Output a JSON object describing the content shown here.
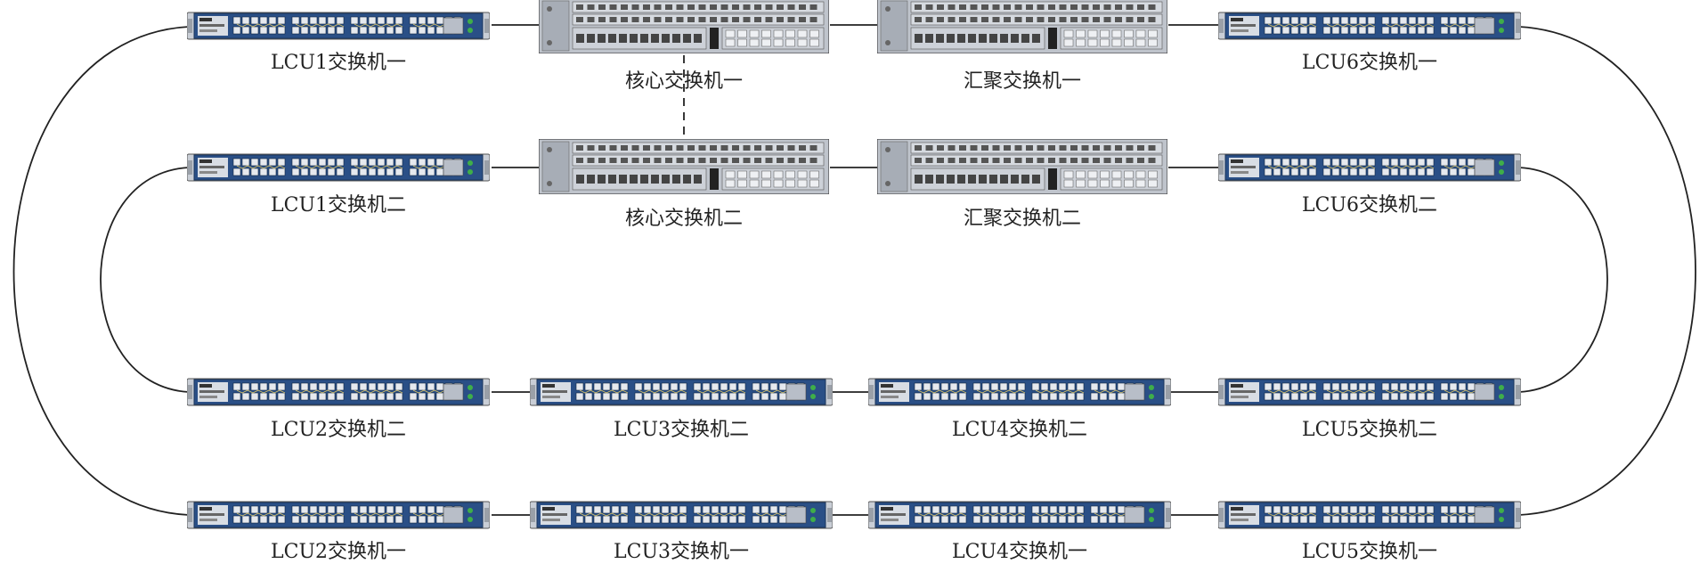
{
  "diagram": {
    "title": "",
    "switches": {
      "lcu1_1": "LCU1交换机一",
      "lcu1_2": "LCU1交换机二",
      "lcu2_1": "LCU2交换机一",
      "lcu2_2": "LCU2交换机二",
      "lcu3_1": "LCU3交换机一",
      "lcu3_2": "LCU3交换机二",
      "lcu4_1": "LCU4交换机一",
      "lcu4_2": "LCU4交换机二",
      "lcu5_1": "LCU5交换机一",
      "lcu5_2": "LCU5交换机二",
      "lcu6_1": "LCU6交换机一",
      "lcu6_2": "LCU6交换机二",
      "core_1": "核心交换机一",
      "core_2": "核心交换机二",
      "agg_1": "汇聚交换机一",
      "agg_2": "汇聚交换机二"
    },
    "colors": {
      "line": "#222222",
      "switch_body": "#2a4f86",
      "switch_panel": "#d8dde4",
      "chassis": "#bfc4cc"
    }
  }
}
